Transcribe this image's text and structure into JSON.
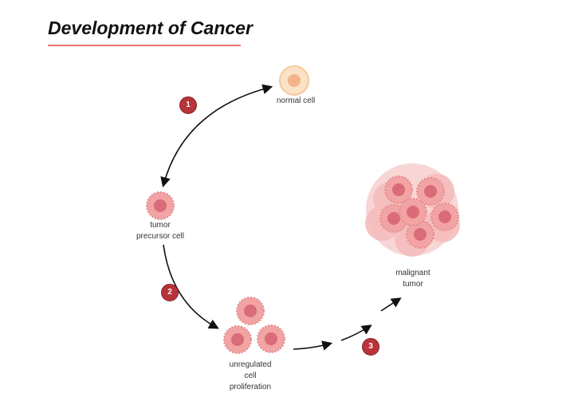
{
  "title": "Development of Cancer",
  "colors": {
    "accent": "#e8736f",
    "badge": "#b8333a",
    "cell": "#f2a0a0",
    "nucleus": "#d96c78",
    "normal_cell": "#f8d4a8"
  },
  "steps": [
    {
      "number": "1"
    },
    {
      "number": "2"
    },
    {
      "number": "3"
    }
  ],
  "labels": {
    "normal_cell": "normal cell",
    "tumor_precursor": [
      "tumor",
      "precursor cell"
    ],
    "proliferation": [
      "unregulated",
      "cell",
      "proliferation"
    ],
    "malignant": [
      "malignant",
      "tumor"
    ]
  }
}
